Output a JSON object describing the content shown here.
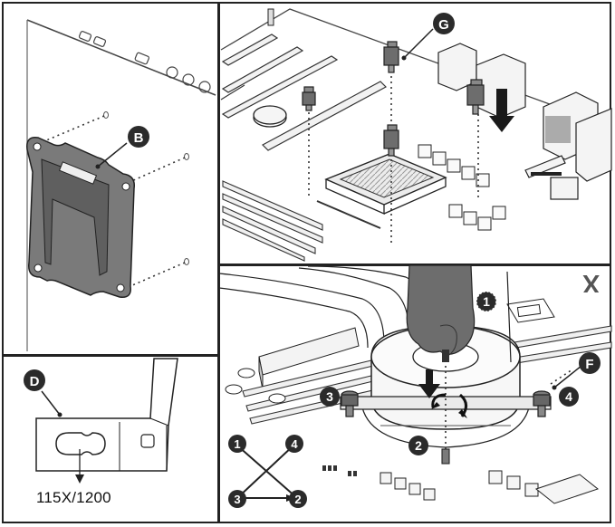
{
  "callouts": {
    "b": "B",
    "g": "G",
    "d": "D",
    "f": "F"
  },
  "steps": {
    "s1_top": "1",
    "s2_cooler": "2",
    "s3_left": "3",
    "s4_right": "4"
  },
  "diagram_order": {
    "n1": "1",
    "n2": "2",
    "n3": "3",
    "n4": "4"
  },
  "socket_label": "115X/1200",
  "brand_mark": "X",
  "colors": {
    "ink": "#222222",
    "callout_fill": "#2b2b2b",
    "callout_text": "#ffffff",
    "hand": "#6d6d6d",
    "plate": "#7a7a7a"
  }
}
